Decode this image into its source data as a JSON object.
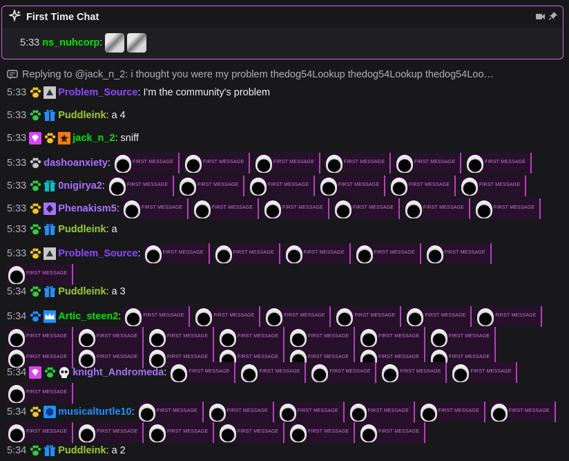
{
  "ftc": {
    "title": "First Time Chat",
    "time": "5:33",
    "user": "ns_nuhcorp",
    "user_color": "#00e600"
  },
  "reply_line": "Replying to @jack_n_2: i thought you were my problem thedog54Lookup thedog54Lookup thedog54Loo…",
  "emote_label": "FIRST MESSAGE",
  "messages": [
    {
      "time": "5:33",
      "user": "Problem_Source",
      "color": "#9147ff",
      "text": "I'm the community's problem"
    },
    {
      "time": "5:33",
      "user": "Puddleink",
      "color": "#9acd32",
      "text": "a 4"
    },
    {
      "time": "5:33",
      "user": "jack_n_2",
      "color": "#00e600",
      "text": "sniff"
    },
    {
      "time": "5:33",
      "user": "dashoanxiety",
      "color": "#a970ff",
      "emotes": 6
    },
    {
      "time": "5:33",
      "user": "0nigirya2",
      "color": "#a970ff",
      "emotes": 6
    },
    {
      "time": "5:33",
      "user": "Phenakism5",
      "color": "#a970ff",
      "emotes": 6
    },
    {
      "time": "5:33",
      "user": "Puddleink",
      "color": "#9acd32",
      "text": "a"
    },
    {
      "time": "5:33",
      "user": "Problem_Source",
      "color": "#9147ff",
      "emotes": 6
    },
    {
      "time": "5:34",
      "user": "Puddleink",
      "color": "#9acd32",
      "text": "a 3"
    },
    {
      "time": "5:34",
      "user": "Artic_steen2",
      "color": "#00e600",
      "emotes": 20
    },
    {
      "time": "5:34",
      "user": "knight_Andromeda",
      "color": "#a970ff",
      "emotes": 6
    },
    {
      "time": "5:34",
      "user": "musicalturtle10",
      "color": "#1e90ff",
      "emotes": 12
    },
    {
      "time": "5:34",
      "user": "Puddleink",
      "color": "#9acd32",
      "text": "a 2"
    }
  ]
}
